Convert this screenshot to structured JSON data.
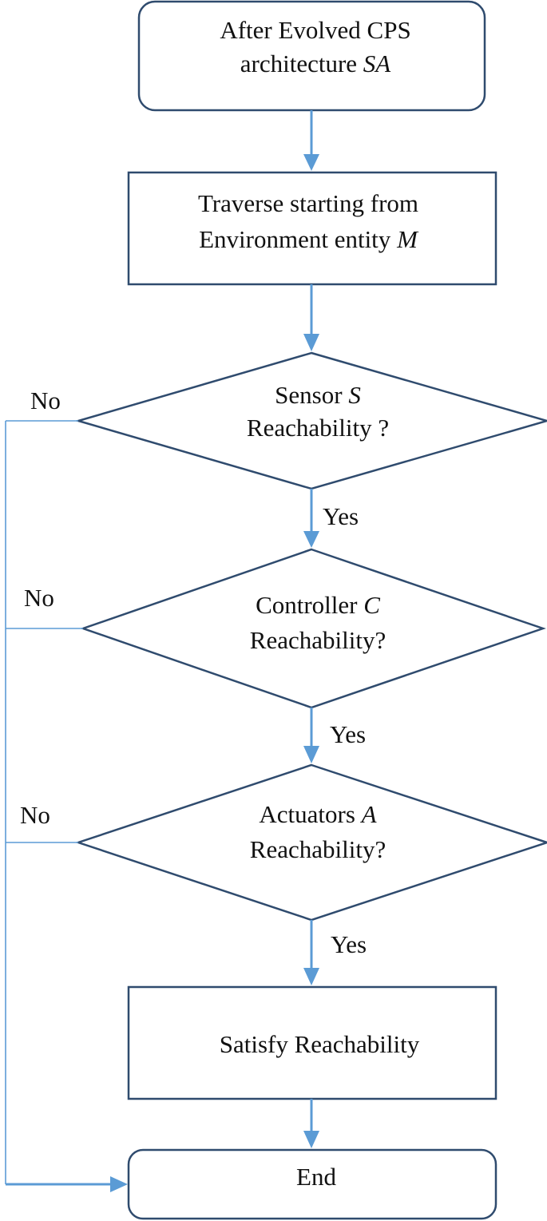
{
  "colors": {
    "box_border": "#2f4b6e",
    "arrow": "#5b9bd5",
    "text": "#111111",
    "background": "#ffffff"
  },
  "nodes": {
    "start": {
      "line1": "After Evolved CPS",
      "line2_prefix": "architecture ",
      "line2_italic": "SA"
    },
    "traverse": {
      "line1": "Traverse starting from",
      "line2_prefix": "Environment entity ",
      "line2_italic": "M"
    },
    "sensor": {
      "line1_prefix": "Sensor ",
      "line1_italic": "S",
      "line2": "Reachability ?"
    },
    "controller": {
      "line1_prefix": "Controller ",
      "line1_italic": "C",
      "line2": "Reachability?"
    },
    "actuators": {
      "line1_prefix": "Actuators ",
      "line1_italic": "A",
      "line2": "Reachability?"
    },
    "satisfy": {
      "label": "Satisfy Reachability"
    },
    "end": {
      "label": "End"
    }
  },
  "edges": {
    "sensor_yes": "Yes",
    "controller_yes": "Yes",
    "actuators_yes": "Yes",
    "sensor_no": "No",
    "controller_no": "No",
    "actuators_no": "No"
  }
}
